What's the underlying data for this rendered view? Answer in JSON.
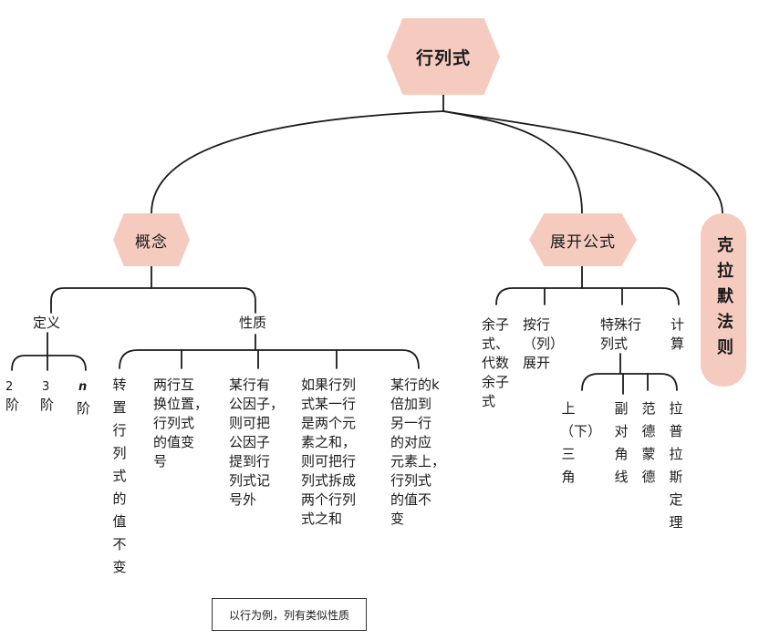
{
  "root": {
    "title": "行列式"
  },
  "concept": {
    "title": "概念",
    "definition": {
      "title": "定义",
      "orders": [
        {
          "num": "2",
          "unit": "阶"
        },
        {
          "num": "3",
          "unit": "阶"
        },
        {
          "num": "n",
          "unit": "阶"
        }
      ]
    },
    "properties": {
      "title": "性质",
      "items": [
        "转置行列式的值不变",
        "两行互\n换位置，\n行列式\n的值变\n号",
        "某行有\n公因子，\n则可把\n公因子\n提到行\n列式记\n号外",
        "如果行列\n式某一行\n是两个元\n素之和，\n则可把行\n列式拆成\n两个行列\n式之和",
        "某行的k\n倍加到\n另一行\n的对应\n元素上，\n行列式\n的值不\n变"
      ],
      "note": "以行为例，列有类似性质"
    }
  },
  "expansion": {
    "title": "展开公式",
    "items": [
      "余子\n式、\n代数\n余子\n式",
      "按行\n（列）\n展开",
      "特殊行\n列式",
      "计\n算"
    ],
    "special": [
      "上（下）三角",
      "副对角线",
      "范德蒙德",
      "拉普拉斯定理"
    ]
  },
  "cramer": {
    "title": "克拉默法则"
  },
  "colors": {
    "node_fill": "#f6cbbf",
    "line": "#1a1a1a"
  }
}
